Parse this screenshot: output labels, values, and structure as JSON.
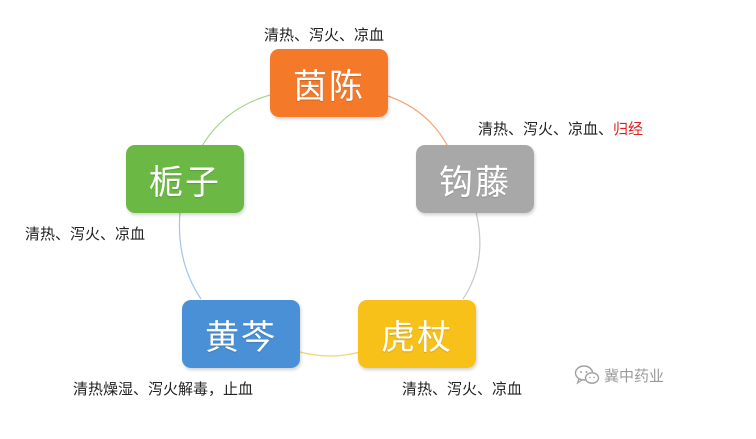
{
  "nodes": [
    {
      "label": "茵陈",
      "color": "#f47a2a",
      "annotation": "清热、泻火、凉血"
    },
    {
      "label": "钩藤",
      "color": "#a9a8a8",
      "annotation": "清热、泻火、凉血、",
      "annotation_highlight": "归经"
    },
    {
      "label": "虎杖",
      "color": "#f7c11a",
      "annotation": "清热、泻火、凉血"
    },
    {
      "label": "黄芩",
      "color": "#4a90d6",
      "annotation": "清热燥湿、泻火解毒，止血"
    },
    {
      "label": "栀子",
      "color": "#6cb845",
      "annotation": "清热、泻火、凉血"
    }
  ],
  "ring_colors": [
    "#f1a878",
    "#c9c9c9",
    "#f5d56b",
    "#9fc6e8",
    "#a9d58e"
  ],
  "highlight_color": "#e02020",
  "watermark": {
    "text": "冀中药业",
    "icon": "wechat-icon"
  }
}
